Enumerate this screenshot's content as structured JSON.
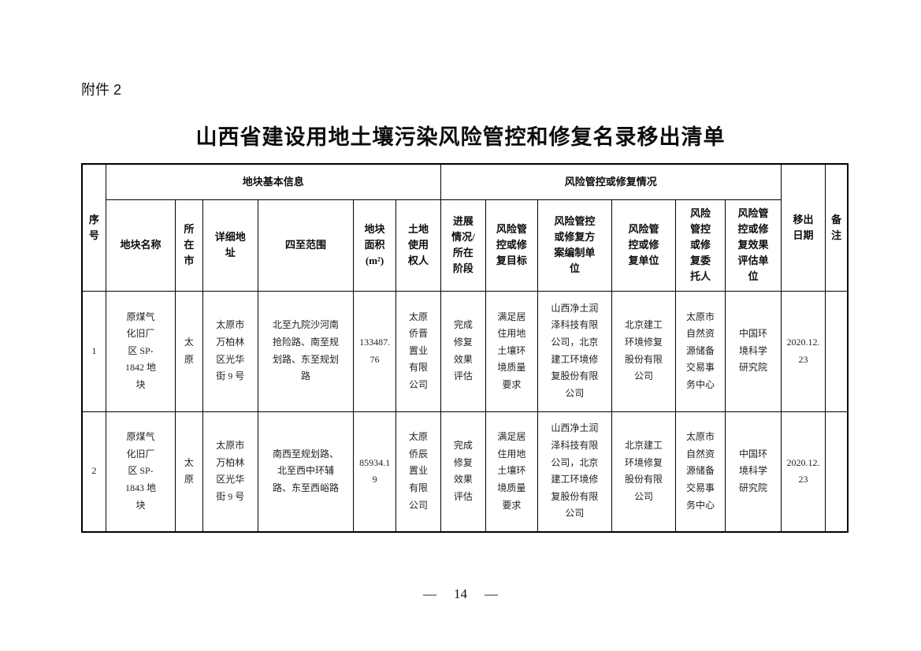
{
  "page": {
    "attachment_label": "附件 2",
    "title": "山西省建设用地土壤污染风险管控和修复名录移出清单",
    "footer": {
      "left_dash": "—",
      "page_number": "14",
      "right_dash": "—"
    }
  },
  "table": {
    "header": {
      "col_index": "序号",
      "group_basic": "地块基本信息",
      "group_risk": "风险管控或修复情况",
      "col_name": "地块名称",
      "col_city": "所在市",
      "col_address": "详细地址",
      "col_boundaries": "四至范围",
      "col_area": "地块面积(m²)",
      "col_owner": "土地使用权人",
      "col_progress": "进展情况/所在阶段",
      "col_target": "风险管控或修复目标",
      "col_plan_unit": "风险管控或修复方案编制单位",
      "col_repair_unit": "风险管控或修复单位",
      "col_client": "风险管控或修复委托人",
      "col_assess_unit": "风险管控或修复效果评估单位",
      "col_removal_date": "移出日期",
      "col_remark": "备注"
    },
    "rows": [
      {
        "index": "1",
        "name": "原煤气化旧厂区 SP-1842 地块",
        "city": "太原",
        "address": "太原市万柏林区光华街 9 号",
        "boundaries": "北至九院沙河南抢险路、南至规划路、东至规划路",
        "area": "133487.76",
        "owner": "太原侨晋置业有限公司",
        "progress": "完成修复效果评估",
        "target": "满足居住用地土壤环境质量要求",
        "plan_unit": "山西净土润泽科技有限公司，北京建工环境修复股份有限公司",
        "repair_unit": "北京建工环境修复股份有限公司",
        "client": "太原市自然资源储备交易事务中心",
        "assess_unit": "中国环境科学研究院",
        "removal_date": "2020.12.23",
        "remark": ""
      },
      {
        "index": "2",
        "name": "原煤气化旧厂区 SP-1843 地块",
        "city": "太原",
        "address": "太原市万柏林区光华街 9 号",
        "boundaries": "南西至规划路、北至西中环辅路、东至西峪路",
        "area": "85934.19",
        "owner": "太原侨辰置业有限公司",
        "progress": "完成修复效果评估",
        "target": "满足居住用地土壤环境质量要求",
        "plan_unit": "山西净土润泽科技有限公司，北京建工环境修复股份有限公司",
        "repair_unit": "北京建工环境修复股份有限公司",
        "client": "太原市自然资源储备交易事务中心",
        "assess_unit": "中国环境科学研究院",
        "removal_date": "2020.12.23",
        "remark": ""
      }
    ]
  }
}
